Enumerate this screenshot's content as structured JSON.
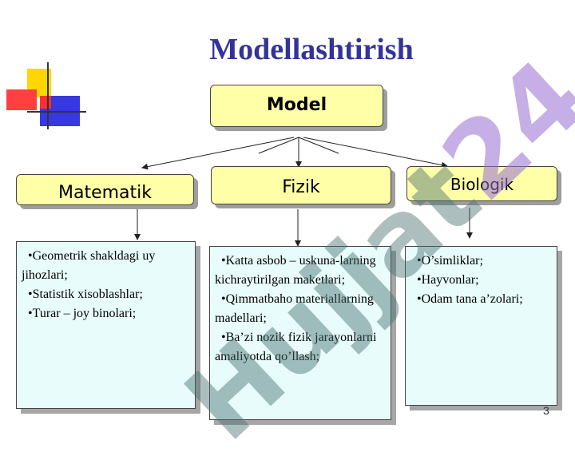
{
  "title": "Modellashtirish",
  "diagram": {
    "root": "Model",
    "branches": [
      {
        "label": "Matematik",
        "items": [
          "Geometrik shakldagi uy jihozlari;",
          "Statistik xisoblashlar;",
          "Turar – joy binolari;"
        ]
      },
      {
        "label": "Fizik",
        "items": [
          "Katta asbob – uskuna-larning kichraytirilgan maketlari;",
          "Qimmatbaho materiallarning madellari;",
          "Ba’zi nozik fizik jarayonlarni amaliyotda qo’llash;"
        ]
      },
      {
        "label": "Biologik",
        "items": [
          "O’simliklar;",
          "Hayvonlar;",
          "Odam tana a’zolari;"
        ]
      }
    ]
  },
  "watermark": {
    "part1": "Hujjat",
    "part2": "24"
  },
  "page_number": "3",
  "colors": {
    "title": "#33339a",
    "box_fill": "#ffffa8",
    "content_fill": "#e8fcfc"
  }
}
